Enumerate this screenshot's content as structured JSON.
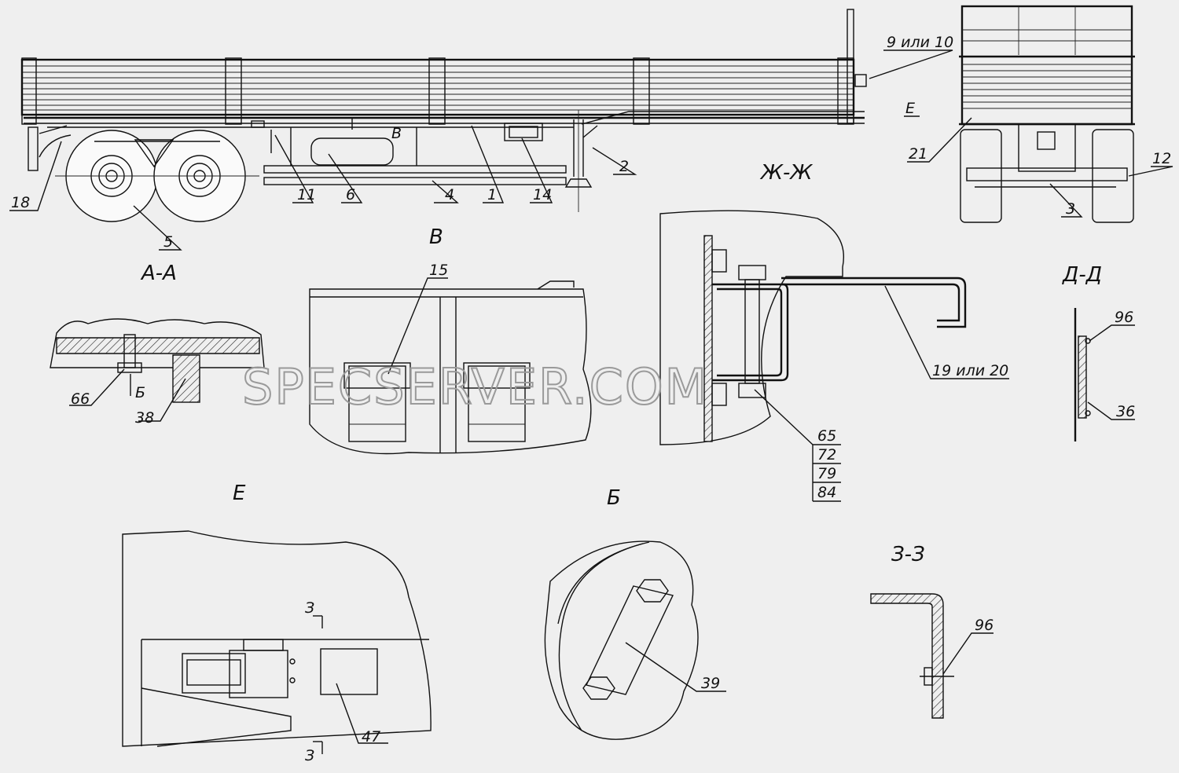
{
  "colors": {
    "background": "#efefef",
    "line": "#111111",
    "watermark": "#9a9a9a"
  },
  "watermark": "SPECSERVER.COM",
  "sections": {
    "v_top": "В",
    "aa": "А-А",
    "zhzh": "Ж-Ж",
    "dd": "Д-Д",
    "e": "Е",
    "b": "Б",
    "zz": "З-З",
    "e_arrow": "Е",
    "v_arrow": "В",
    "b_arrow": "Б",
    "z_top": "З",
    "z_bot": "З"
  },
  "callouts": {
    "c18": "18",
    "c5": "5",
    "c11": "11",
    "c6": "6",
    "c4": "4",
    "c1": "1",
    "c14": "14",
    "c2": "2",
    "c9_10": "9 или 10",
    "c21": "21",
    "c12": "12",
    "c3": "3",
    "c15": "15",
    "c66": "66",
    "c38": "38",
    "c19_20": "19 или 20",
    "c65": "65",
    "c72": "72",
    "c79": "79",
    "c84": "84",
    "c96a": "96",
    "c36": "36",
    "c39": "39",
    "c47": "47",
    "c96b": "96"
  }
}
